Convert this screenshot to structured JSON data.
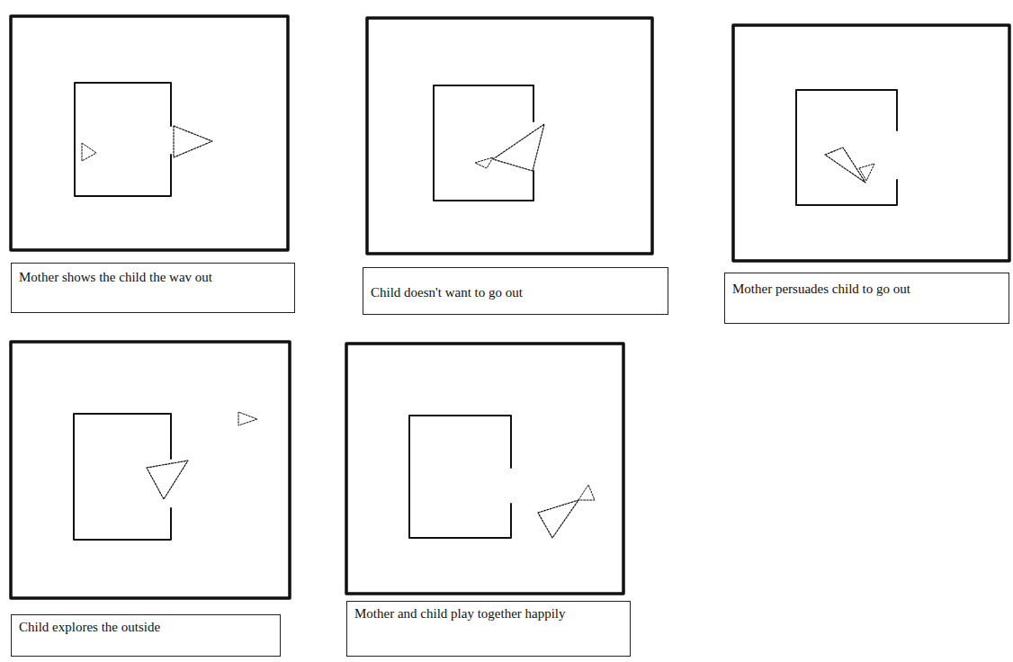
{
  "diagram": {
    "nodes": [
      {
        "text": [
          "Mother shows the child the wav out"
        ]
      },
      {
        "text": [
          "Child doesn't want to go out"
        ]
      },
      {
        "text": [
          "Mother persuades child to go out"
        ]
      },
      {
        "text": [
          "Child explores the outside"
        ]
      },
      {
        "text": [
          "Mother and child play together happily"
        ]
      }
    ]
  }
}
